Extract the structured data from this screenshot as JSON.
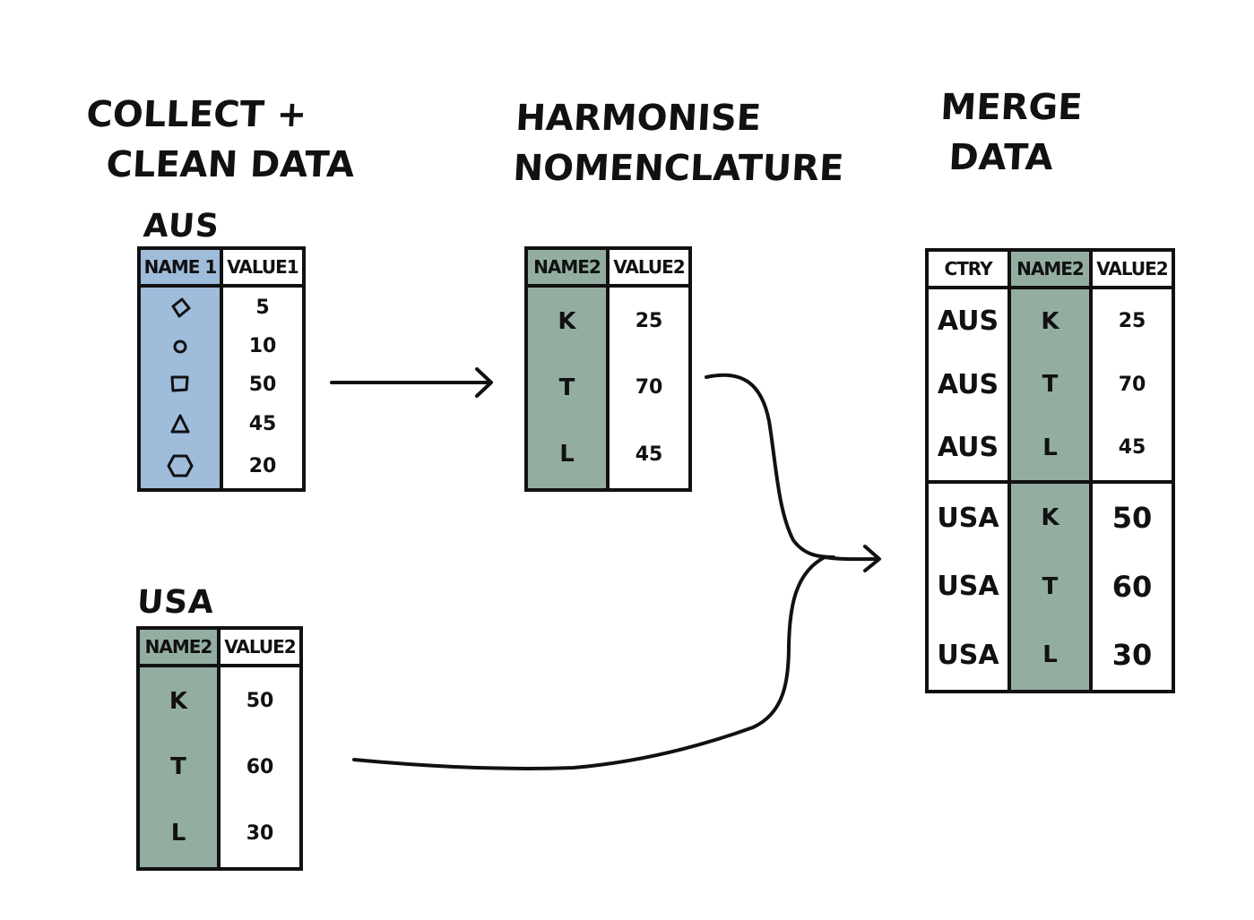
{
  "steps": {
    "collect": [
      "COLLECT +",
      "CLEAN DATA"
    ],
    "harmonise": [
      "HARMONISE",
      "NOMENCLATURE"
    ],
    "merge": [
      "MERGE",
      "DATA"
    ]
  },
  "aus_raw": {
    "label": "AUS",
    "headers": [
      "NAME 1",
      "VALUE1"
    ],
    "rows": [
      {
        "shape": "diamond-icon",
        "value": "5"
      },
      {
        "shape": "circle-icon",
        "value": "10"
      },
      {
        "shape": "square-icon",
        "value": "50"
      },
      {
        "shape": "triangle-icon",
        "value": "45"
      },
      {
        "shape": "hexagon-icon",
        "value": "20"
      }
    ]
  },
  "usa_raw": {
    "label": "USA",
    "headers": [
      "NAME2",
      "VALUE2"
    ],
    "rows": [
      {
        "name": "K",
        "value": "50"
      },
      {
        "name": "T",
        "value": "60"
      },
      {
        "name": "L",
        "value": "30"
      }
    ]
  },
  "aus_harmonised": {
    "headers": [
      "NAME2",
      "VALUE2"
    ],
    "rows": [
      {
        "name": "K",
        "value": "25"
      },
      {
        "name": "T",
        "value": "70"
      },
      {
        "name": "L",
        "value": "45"
      }
    ]
  },
  "merged": {
    "headers": [
      "CTRY",
      "NAME2",
      "VALUE2"
    ],
    "rows": [
      {
        "ctry": "AUS",
        "name": "K",
        "value": "25"
      },
      {
        "ctry": "AUS",
        "name": "T",
        "value": "70"
      },
      {
        "ctry": "AUS",
        "name": "L",
        "value": "45"
      },
      {
        "ctry": "USA",
        "name": "K",
        "value": "50"
      },
      {
        "ctry": "USA",
        "name": "T",
        "value": "60"
      },
      {
        "ctry": "USA",
        "name": "L",
        "value": "30"
      }
    ]
  },
  "colors": {
    "raw_name_column": "#9fbcdb",
    "harmonised_name_column": "#93aea0",
    "ink": "#111111"
  }
}
